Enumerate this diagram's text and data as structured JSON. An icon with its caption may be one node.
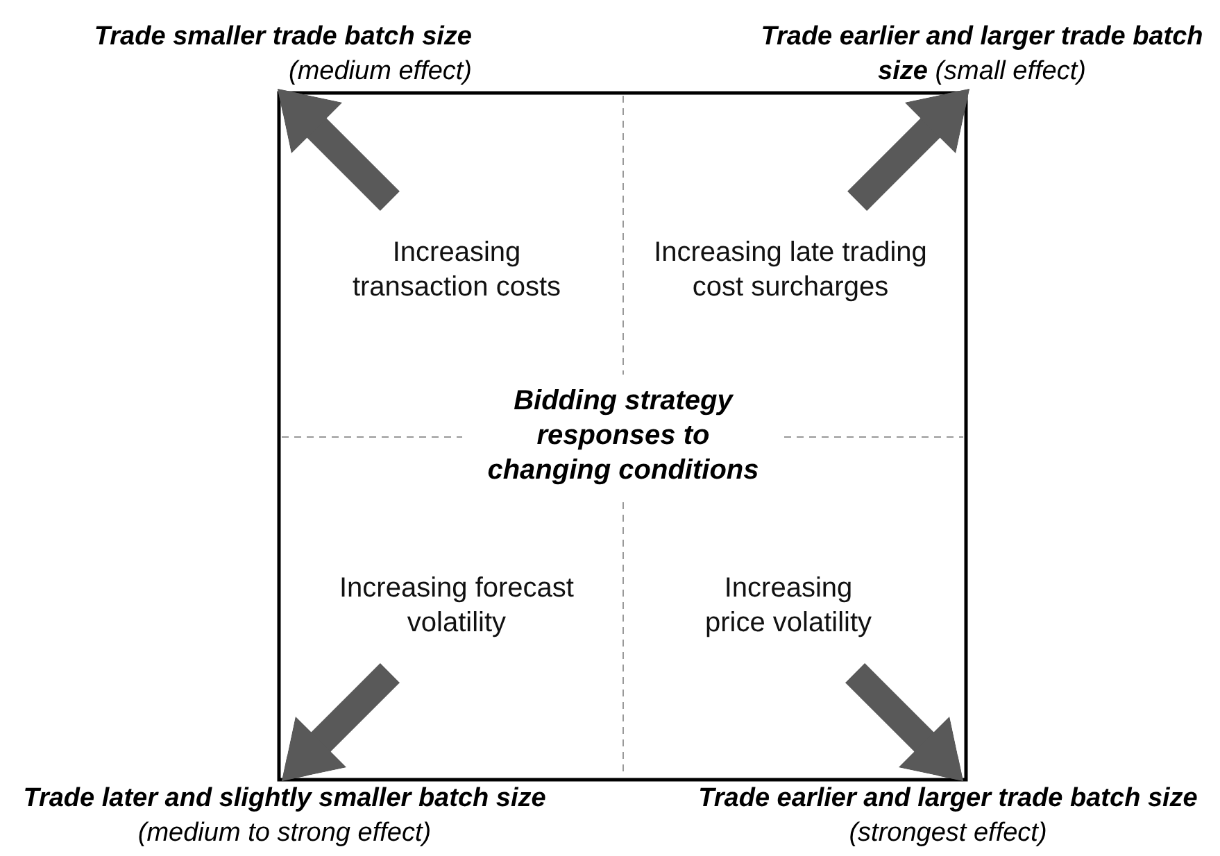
{
  "diagram": {
    "nodes": [
      {
        "text": [
          "**Trade smaller trade batch size** (medium effect)"
        ]
      },
      {
        "text": [
          "**Trade earlier and larger trade batch size** (small effect)"
        ]
      },
      {
        "text": [
          "Increasing transaction costs"
        ]
      },
      {
        "text": [
          "Increasing late trading cost surcharges"
        ]
      },
      {
        "text": [
          "Increasing forecast volatility"
        ]
      },
      {
        "text": [
          "Increasing price volatility"
        ]
      },
      {
        "text": [
          "**Trade later and slightly smaller batch size** (medium to strong effect)"
        ]
      },
      {
        "text": [
          "**Trade earlier and larger trade batch size** (strongest effect)"
        ]
      }
    ],
    "edges": [
      {
        "from": 2,
        "to": 0,
        "arrow": "to"
      },
      {
        "from": 3,
        "to": 1,
        "arrow": "to"
      },
      {
        "from": 4,
        "to": 6,
        "arrow": "to"
      },
      {
        "from": 5,
        "to": 7,
        "arrow": "to"
      }
    ],
    "labels": [
      "Bidding strategy responses to changing conditions"
    ]
  }
}
